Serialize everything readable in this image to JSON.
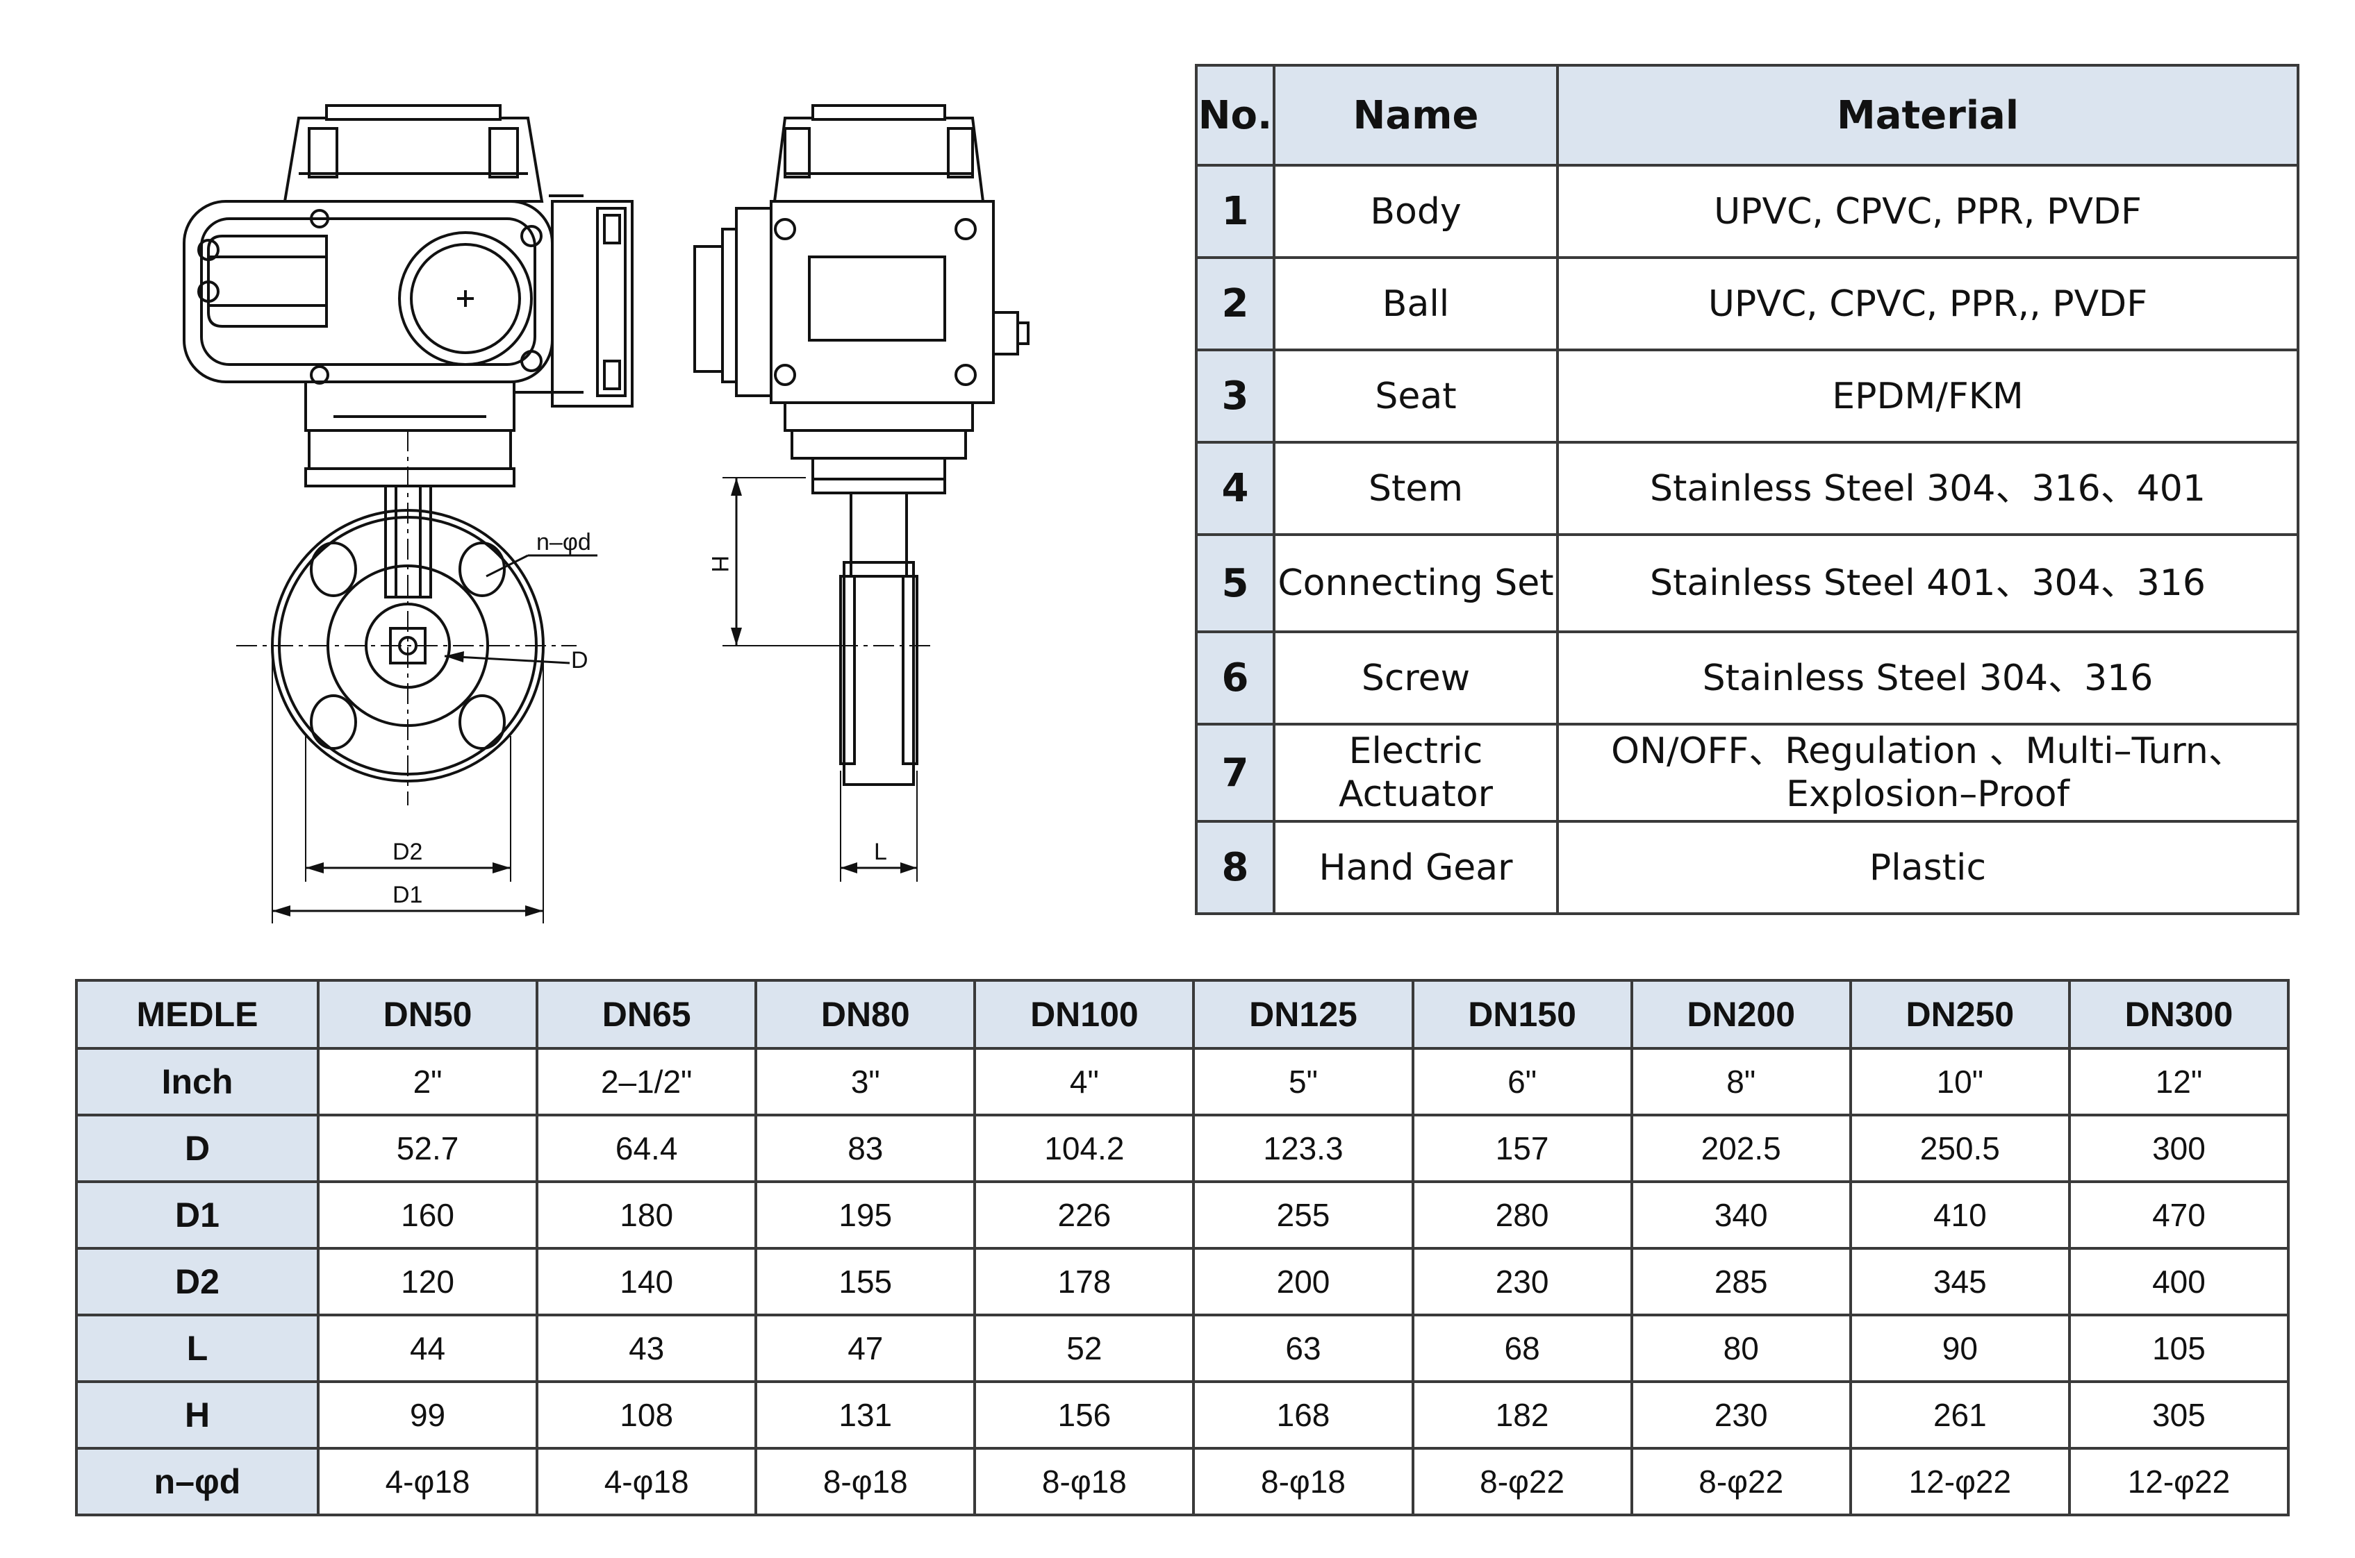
{
  "drawing": {
    "labels": {
      "n_phi_d": "n–φd",
      "D": "D",
      "D1": "D1",
      "D2": "D2",
      "H": "H",
      "L": "L"
    }
  },
  "parts_table": {
    "headers": {
      "no": "No.",
      "name": "Name",
      "material": "Material"
    },
    "rows": [
      {
        "no": "1",
        "name": "Body",
        "material": "UPVC, CPVC, PPR, PVDF"
      },
      {
        "no": "2",
        "name": "Ball",
        "material": "UPVC, CPVC, PPR,, PVDF"
      },
      {
        "no": "3",
        "name": "Seat",
        "material": "EPDM/FKM"
      },
      {
        "no": "4",
        "name": "Stem",
        "material": "Stainless Steel 304、316、401"
      },
      {
        "no": "5",
        "name": "Connecting Set",
        "material": "Stainless Steel 401、304、316"
      },
      {
        "no": "6",
        "name": "Screw",
        "material": "Stainless Steel 304、316"
      },
      {
        "no": "7",
        "name": "Electric Actuator",
        "material": "ON/OFF、Regulation 、Multi–Turn、 Explosion–Proof"
      },
      {
        "no": "8",
        "name": "Hand Gear",
        "material": "Plastic"
      }
    ]
  },
  "dimension_table": {
    "corner": "MEDLE",
    "sizes": [
      "DN50",
      "DN65",
      "DN80",
      "DN100",
      "DN125",
      "DN150",
      "DN200",
      "DN250",
      "DN300"
    ],
    "rows": [
      {
        "label": "Inch",
        "values": [
          "2\"",
          "2–1/2\"",
          "3\"",
          "4\"",
          "5\"",
          "6\"",
          "8\"",
          "10\"",
          "12\""
        ]
      },
      {
        "label": "D",
        "values": [
          "52.7",
          "64.4",
          "83",
          "104.2",
          "123.3",
          "157",
          "202.5",
          "250.5",
          "300"
        ]
      },
      {
        "label": "D1",
        "values": [
          "160",
          "180",
          "195",
          "226",
          "255",
          "280",
          "340",
          "410",
          "470"
        ]
      },
      {
        "label": "D2",
        "values": [
          "120",
          "140",
          "155",
          "178",
          "200",
          "230",
          "285",
          "345",
          "400"
        ]
      },
      {
        "label": "L",
        "values": [
          "44",
          "43",
          "47",
          "52",
          "63",
          "68",
          "80",
          "90",
          "105"
        ]
      },
      {
        "label": "H",
        "values": [
          "99",
          "108",
          "131",
          "156",
          "168",
          "182",
          "230",
          "261",
          "305"
        ]
      },
      {
        "label": "n–φd",
        "values": [
          "4-φ18",
          "4-φ18",
          "8-φ18",
          "8-φ18",
          "8-φ18",
          "8-φ22",
          "8-φ22",
          "12-φ22",
          "12-φ22"
        ]
      }
    ]
  }
}
